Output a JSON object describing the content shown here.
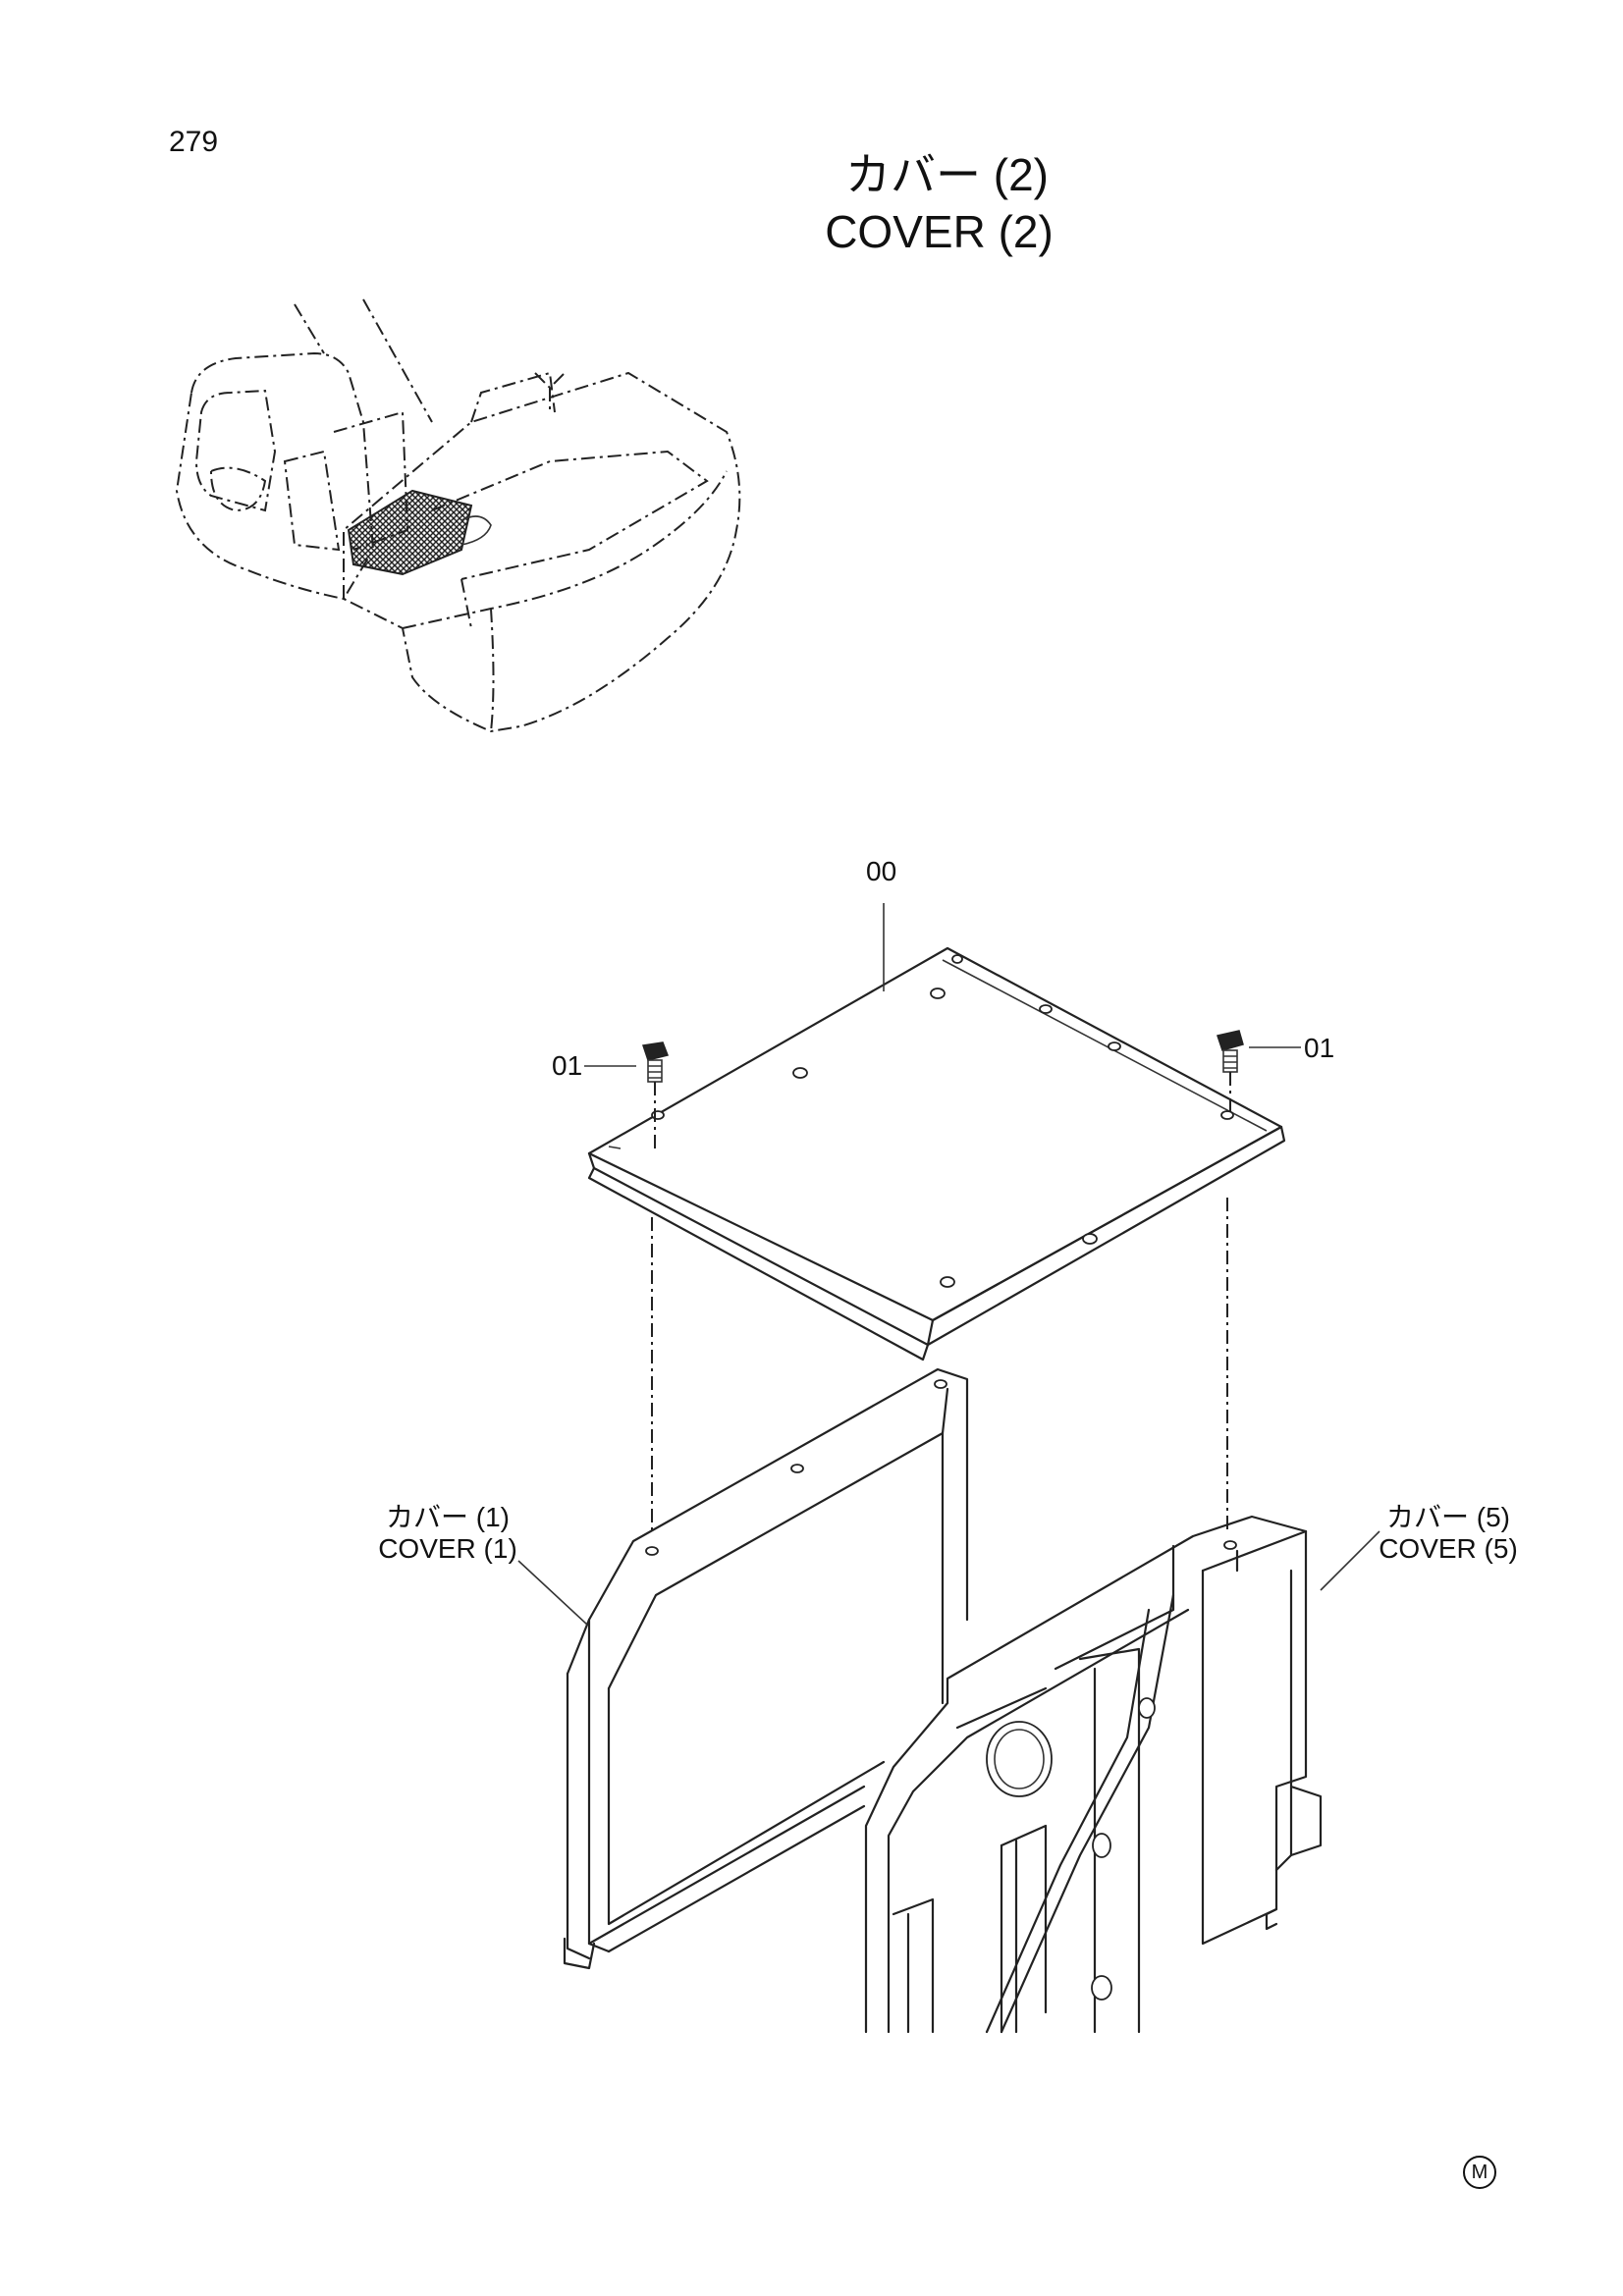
{
  "page_number": "279",
  "title": {
    "japanese": "カバー (2)",
    "english": "COVER (2)"
  },
  "callouts": {
    "main_part": "00",
    "bolt_left": "01",
    "bolt_right": "01",
    "cover1_jp": "カバー (1)",
    "cover1_en": "COVER (1)",
    "cover5_jp": "カバー (5)",
    "cover5_en": "COVER (5)"
  },
  "footer_mark": "M"
}
